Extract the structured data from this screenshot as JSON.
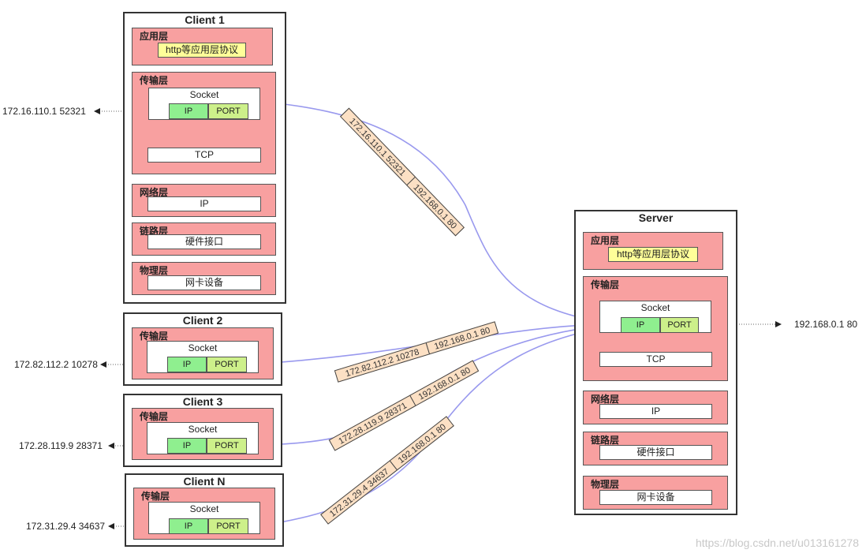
{
  "client1": {
    "title": "Client 1",
    "app_label": "应用层",
    "app_box": "http等应用层协议",
    "transport_label": "传输层",
    "socket": "Socket",
    "ip": "IP",
    "port": "PORT",
    "tcp": "TCP",
    "network_label": "网络层",
    "network_box": "IP",
    "link_label": "链路层",
    "link_box": "硬件接口",
    "physical_label": "物理层",
    "physical_box": "网卡设备",
    "address": "172.16.110.1 52321"
  },
  "client2": {
    "title": "Client 2",
    "transport_label": "传输层",
    "socket": "Socket",
    "ip": "IP",
    "port": "PORT",
    "address": "172.82.112.2 10278"
  },
  "client3": {
    "title": "Client 3",
    "transport_label": "传输层",
    "socket": "Socket",
    "ip": "IP",
    "port": "PORT",
    "address": "172.28.119.9 28371"
  },
  "clientN": {
    "title": "Client N",
    "transport_label": "传输层",
    "socket": "Socket",
    "ip": "IP",
    "port": "PORT",
    "address": "172.31.29.4 34637"
  },
  "server": {
    "title": "Server",
    "app_label": "应用层",
    "app_box": "http等应用层协议",
    "transport_label": "传输层",
    "socket": "Socket",
    "ip": "IP",
    "port": "PORT",
    "tcp": "TCP",
    "network_label": "网络层",
    "network_box": "IP",
    "link_label": "链路层",
    "link_box": "硬件接口",
    "physical_label": "物理层",
    "physical_box": "网卡设备",
    "address": "192.168.0.1 80"
  },
  "connections": [
    {
      "client_addr": "172.16.110.1 52321",
      "server_addr": "192.168.0.1 80"
    },
    {
      "client_addr": "172.82.112.2 10278",
      "server_addr": "192.168.0.1 80"
    },
    {
      "client_addr": "172.28.119.9 28371",
      "server_addr": "192.168.0.1 80"
    },
    {
      "client_addr": "172.31.29.4 34637",
      "server_addr": "192.168.0.1 80"
    }
  ],
  "watermark": "https://blog.csdn.net/u013161278",
  "colors": {
    "layer": "#f8a0a0",
    "ip": "#8fef8f",
    "port": "#cdf08a",
    "app": "#ffff99",
    "tag": "#fce0c4",
    "curve": "#9999ee"
  }
}
